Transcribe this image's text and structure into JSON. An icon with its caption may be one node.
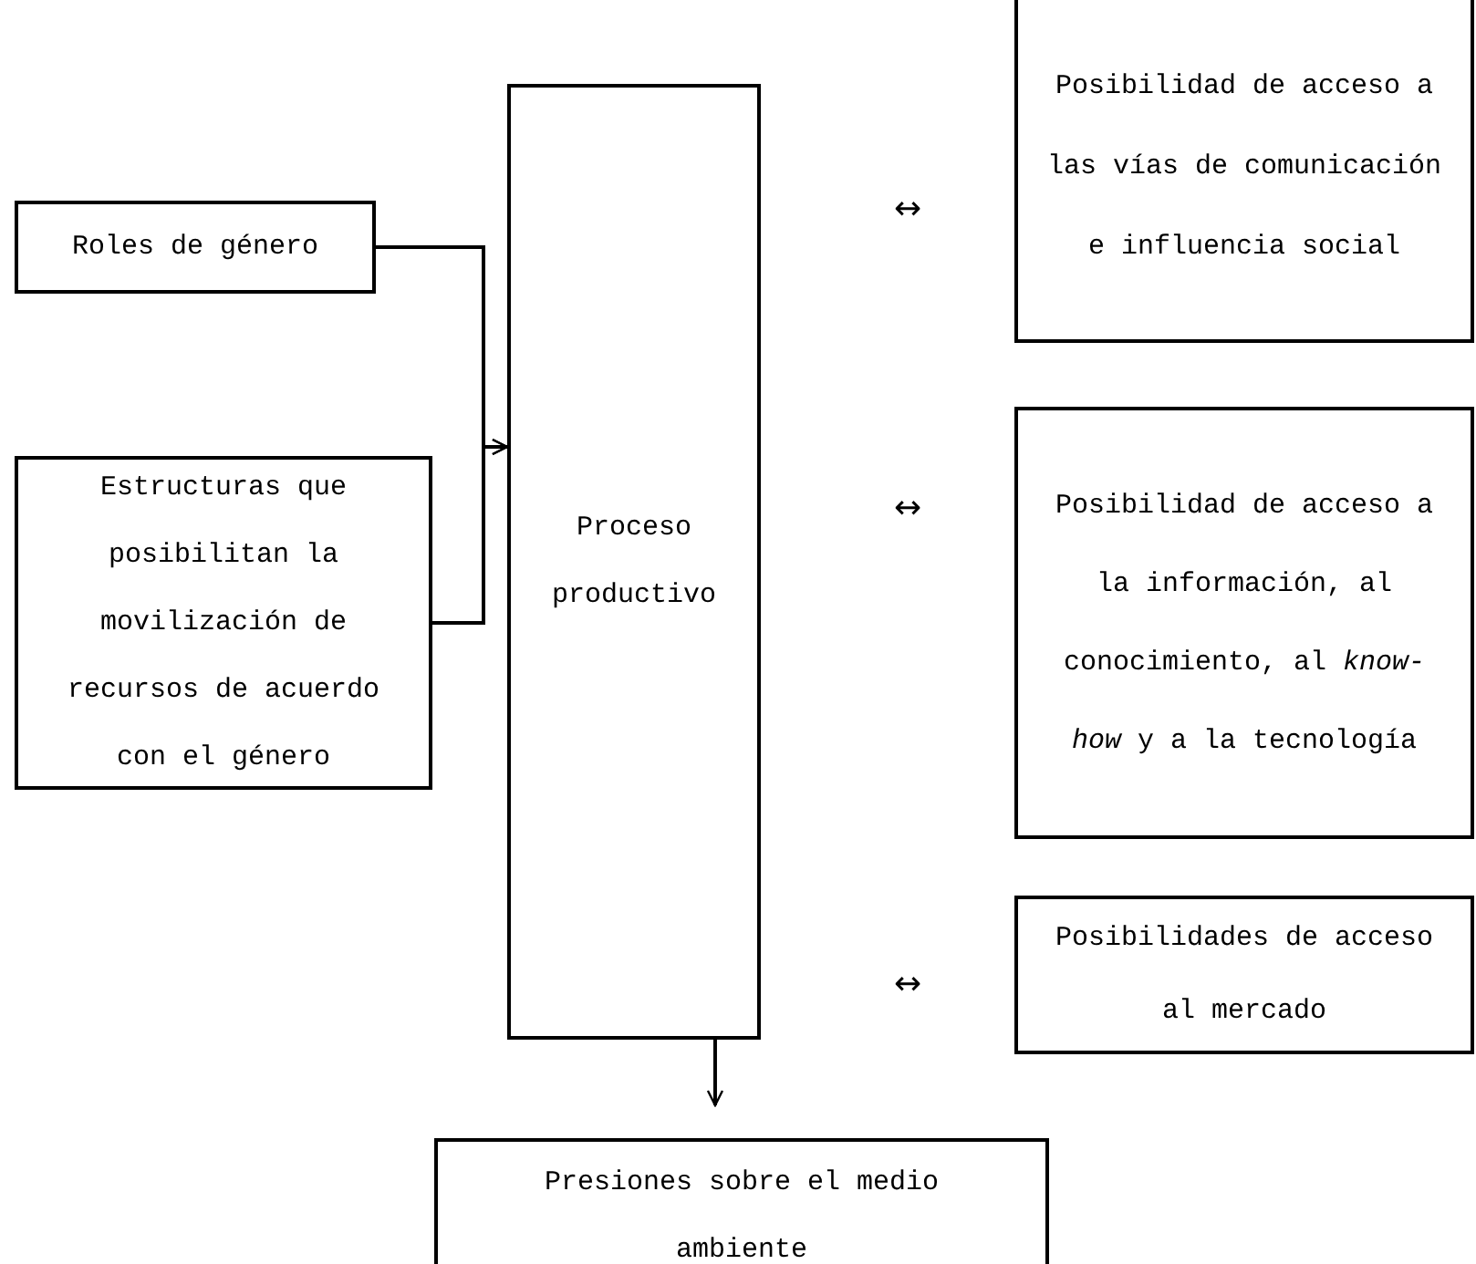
{
  "diagram": {
    "nodes": [
      {
        "text": [
          "Roles de género"
        ]
      },
      {
        "text": [
          "Estructuras que posibilitan la movilización de recursos de acuerdo con el género"
        ]
      },
      {
        "text": [
          "Proceso productivo"
        ]
      },
      {
        "text": [
          "Posibilidad de acceso a las vías de comunicación e influencia social"
        ]
      },
      {
        "text": [
          "Posibilidad de acceso a la información, al conocimiento, al *know-how* y a la tecnología"
        ]
      },
      {
        "text": [
          "Posibilidades de acceso al mercado"
        ]
      },
      {
        "text": [
          "Presiones sobre el medio ambiente"
        ]
      }
    ],
    "edges": [
      {
        "from": 0,
        "to": 2,
        "arrow": "to"
      },
      {
        "from": 1,
        "to": 2,
        "arrow": "to"
      },
      {
        "from": 2,
        "to": 6,
        "arrow": "to"
      }
    ],
    "labels": [
      "↔",
      "↔",
      "↔"
    ]
  }
}
